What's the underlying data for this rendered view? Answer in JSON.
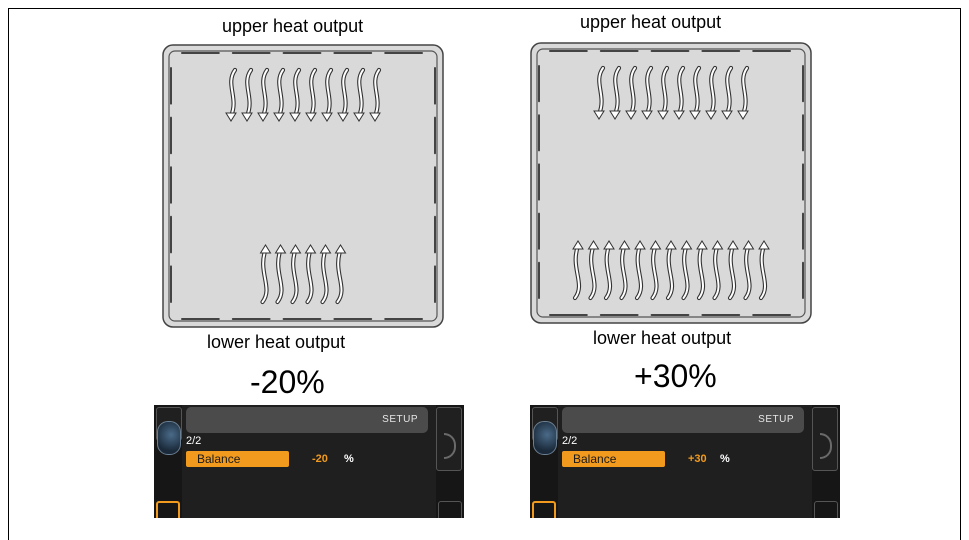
{
  "left": {
    "upper_label": "upper heat output",
    "lower_label": "lower heat output",
    "percent": "-20%",
    "upper_arrows": 10,
    "lower_arrows": 6
  },
  "right": {
    "upper_label": "upper heat output",
    "lower_label": "lower heat output",
    "percent": "+30%",
    "upper_arrows": 10,
    "lower_arrows": 13
  },
  "display_left": {
    "header": "SETUP",
    "page": "2/2",
    "setting": "Balance",
    "value": "-20",
    "unit": "%"
  },
  "display_right": {
    "header": "SETUP",
    "page": "2/2",
    "setting": "Balance",
    "value": "+30",
    "unit": "%"
  },
  "colors": {
    "accent": "#f29a1e",
    "cavity": "#d9d9d9",
    "display_bg": "#1f1f1f"
  }
}
